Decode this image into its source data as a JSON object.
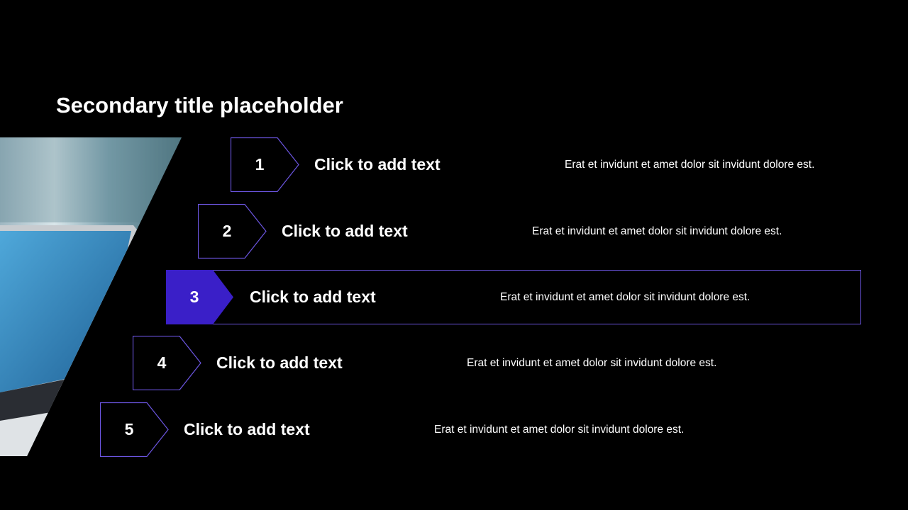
{
  "title": "Secondary title placeholder",
  "accent_color": "#3a1fc8",
  "outline_color": "#6b55e0",
  "items": [
    {
      "number": "1",
      "heading": "Click to add text",
      "description": "Erat et invidunt et amet dolor sit invidunt dolore est.",
      "highlighted": false
    },
    {
      "number": "2",
      "heading": "Click to add text",
      "description": "Erat et invidunt et amet dolor sit invidunt dolore est.",
      "highlighted": false
    },
    {
      "number": "3",
      "heading": "Click to add text",
      "description": "Erat et invidunt et amet dolor sit invidunt dolore est.",
      "highlighted": true
    },
    {
      "number": "4",
      "heading": "Click to add text",
      "description": "Erat et invidunt et amet dolor sit invidunt dolore est.",
      "highlighted": false
    },
    {
      "number": "5",
      "heading": "Click to add text",
      "description": "Erat et invidunt et amet dolor sit invidunt dolore est.",
      "highlighted": false
    }
  ]
}
